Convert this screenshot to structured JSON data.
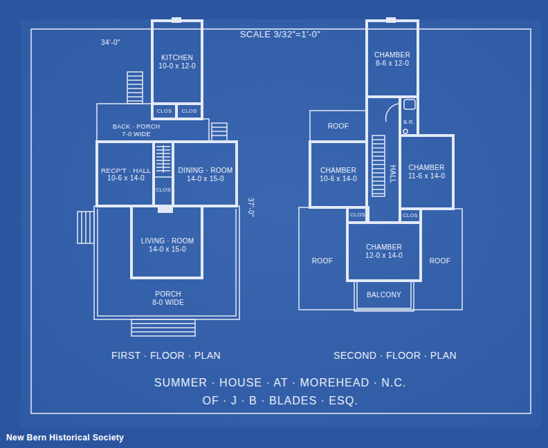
{
  "diagram": {
    "title": "SUMMER · HOUSE · AT · MOREHEAD · N.C.",
    "caption": "OF · J · B · BLADES · ESQ.",
    "nodes": [
      {
        "text": [
          "KITCHEN",
          "10-0 x 12-0"
        ]
      },
      {
        "text": [
          "BACK · PORCH",
          "7-0 WIDE"
        ]
      },
      {
        "text": [
          "RECP'T · HALL",
          "10-6 x 14-0"
        ]
      },
      {
        "text": [
          "DINING · ROOM",
          "14-0 x 15-0"
        ]
      },
      {
        "text": [
          "LIVING · ROOM",
          "14-0 x 15-0"
        ]
      },
      {
        "text": [
          "PORCH",
          "8-0 WIDE"
        ]
      },
      {
        "text": [
          "CHAMBER",
          "8-6 x 12-0"
        ]
      },
      {
        "text": [
          "CHAMBER",
          "10-6 x 14-0"
        ]
      },
      {
        "text": [
          "CHAMBER",
          "11-6 x 14-0"
        ]
      },
      {
        "text": [
          "CHAMBER",
          "12-0 x 14-0"
        ]
      },
      {
        "text": [
          "BALCONY"
        ]
      }
    ],
    "labels": [
      "SCALE 3/32\"=1'-0\"",
      "34'-0\"",
      "37'-0\"",
      "CLOS",
      "CLOS",
      "CLOS",
      "FIRST · FLOOR · PLAN",
      "ROOF",
      "B.R.",
      "HALL",
      "CLOS",
      "CLOS",
      "ROOF",
      "ROOF",
      "SECOND · FLOOR · PLAN",
      "New Bern Historical Society"
    ]
  }
}
